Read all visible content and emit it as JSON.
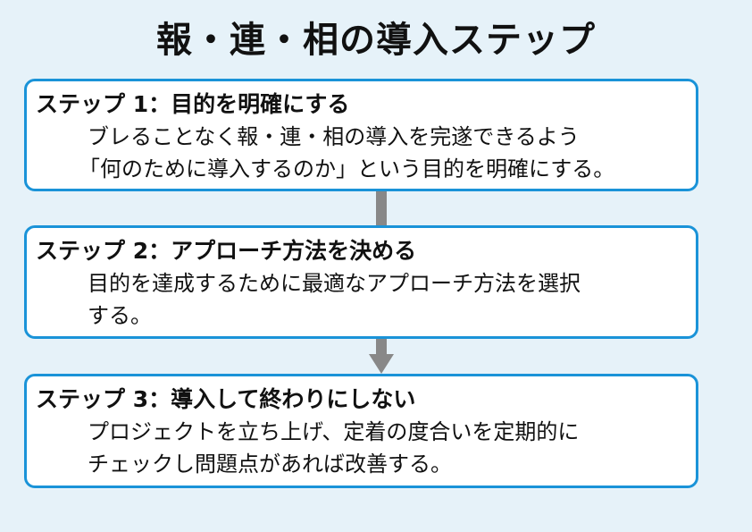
{
  "title": "報・連・相の導入ステップ",
  "steps": [
    {
      "heading": "ステップ 1：目的を明確にする",
      "lines": [
        "ブレることなく報・連・相の導入を完遂できるよう",
        "「何のために導入するのか」という目的を明確にする。"
      ]
    },
    {
      "heading": "ステップ 2：アプローチ方法を決める",
      "lines": [
        "目的を達成するために最適なアプローチ方法を選択",
        "する。"
      ]
    },
    {
      "heading": "ステップ 3：導入して終わりにしない",
      "lines": [
        "プロジェクトを立ち上げ、定着の度合いを定期的に",
        "チェックし問題点があれば改善する。"
      ]
    }
  ],
  "colors": {
    "background": "#e6f2f9",
    "border": "#1a93d8",
    "arrow": "#888888"
  }
}
